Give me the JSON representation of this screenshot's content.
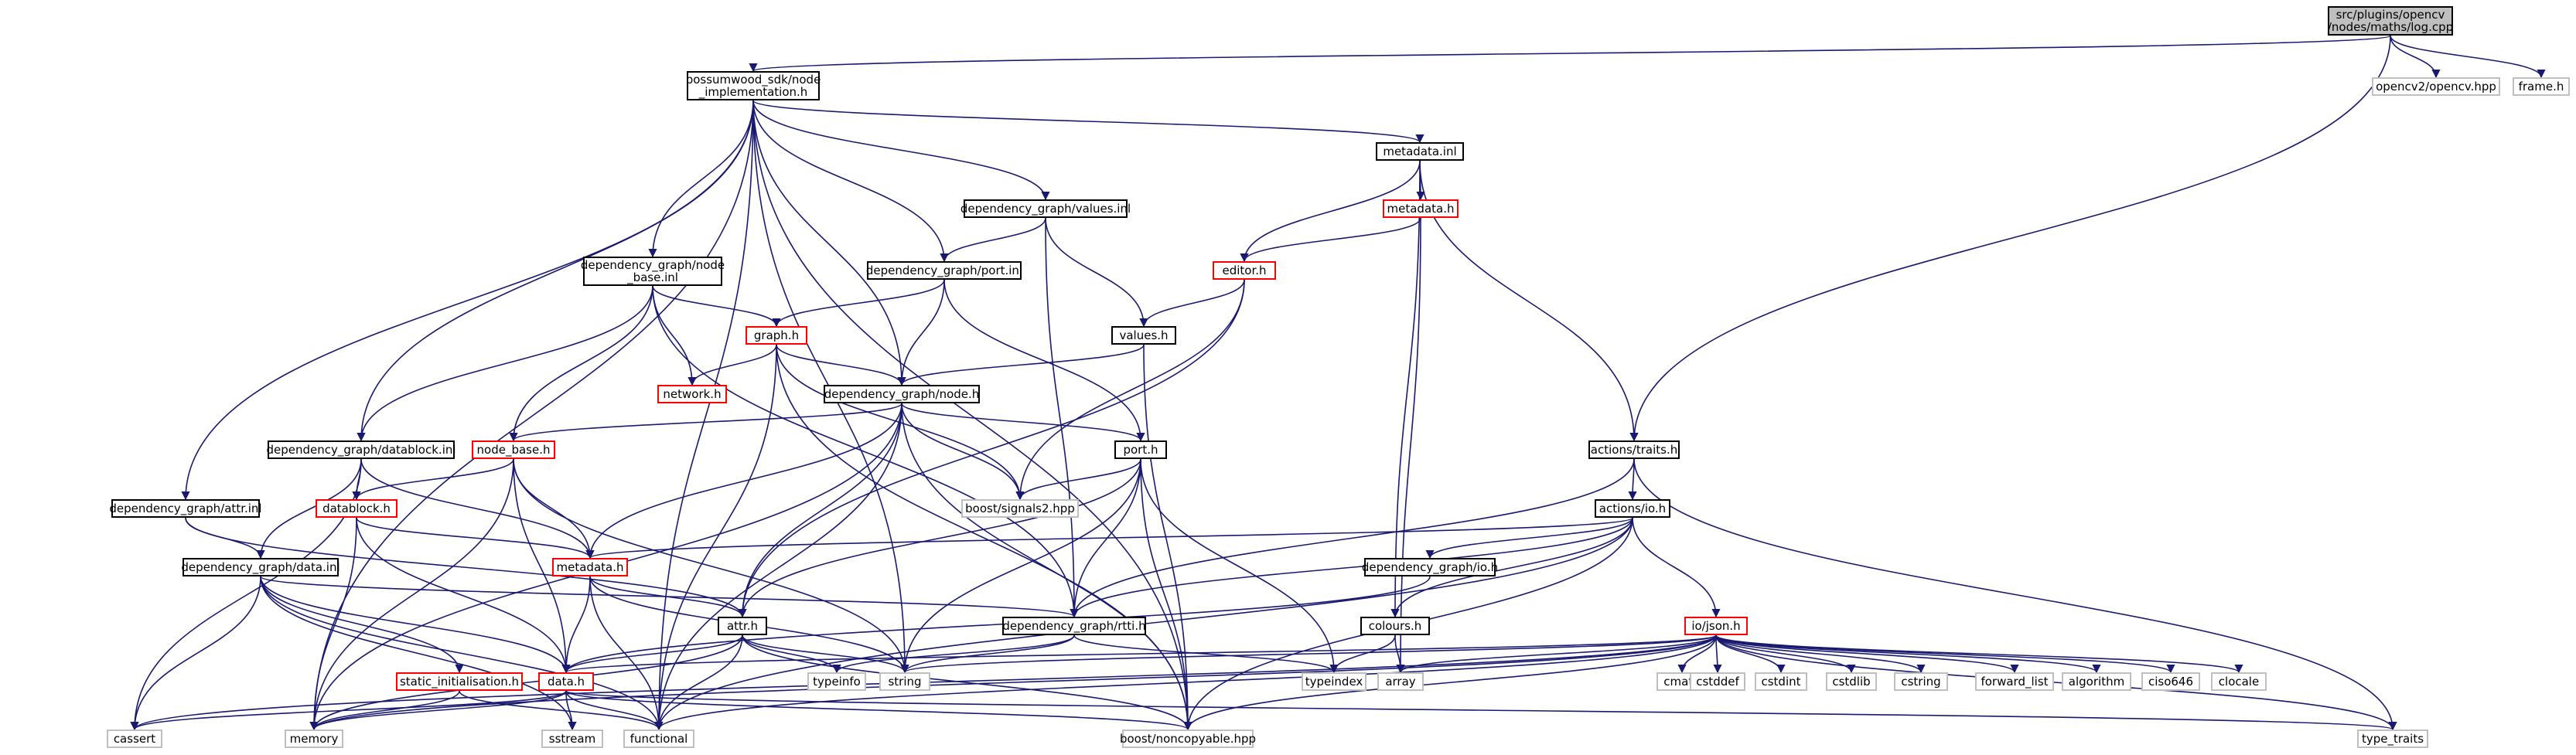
{
  "colors": {
    "edge": "#191970",
    "box": "#000000",
    "red_box": "#ff0000",
    "gray_box": "#bfbfbf",
    "root_fill": "#bfbfbf"
  },
  "nodes": {
    "root": "src/plugins/opencv\n/nodes/maths/log.cpp",
    "node_impl": "possumwood_sdk/node\n_implementation.h",
    "opencv_hpp": "opencv2/opencv.hpp",
    "frame_h": "frame.h",
    "metadata_inl": "metadata.inl",
    "metadata_h_top": "metadata.h",
    "editor_h": "editor.h",
    "values_inl": "dependency_graph/values.inl",
    "port_inl": "dependency_graph/port.inl",
    "node_base_inl": "dependency_graph/node\n_base.inl",
    "graph_h": "graph.h",
    "network_h": "network.h",
    "values_h": "values.h",
    "node_h": "dependency_graph/node.h",
    "node_base_h": "node_base.h",
    "datablock_inl": "dependency_graph/datablock.inl",
    "port_h": "port.h",
    "signals2": "boost/signals2.hpp",
    "traits_h": "actions/traits.h",
    "attr_inl": "dependency_graph/attr.inl",
    "datablock_h": "datablock.h",
    "io_h": "actions/io.h",
    "data_inl": "dependency_graph/data.inl",
    "metadata_h": "metadata.h",
    "dg_io_h": "dependency_graph/io.h",
    "attr_h": "attr.h",
    "rtti_h": "dependency_graph/rtti.h",
    "colours_h": "colours.h",
    "json_h": "io/json.h",
    "static_init": "static_initialisation.h",
    "data_h": "data.h",
    "typeinfo": "typeinfo",
    "string": "string",
    "typeindex": "typeindex",
    "array": "array",
    "cmath": "cmath",
    "cstddef": "cstddef",
    "cstdint": "cstdint",
    "cstdlib": "cstdlib",
    "cstring": "cstring",
    "forward_list": "forward_list",
    "algorithm": "algorithm",
    "ciso646": "ciso646",
    "clocale": "clocale",
    "cassert": "cassert",
    "memory": "memory",
    "sstream": "sstream",
    "functional": "functional",
    "noncopyable": "boost/noncopyable.hpp",
    "type_traits": "type_traits"
  }
}
